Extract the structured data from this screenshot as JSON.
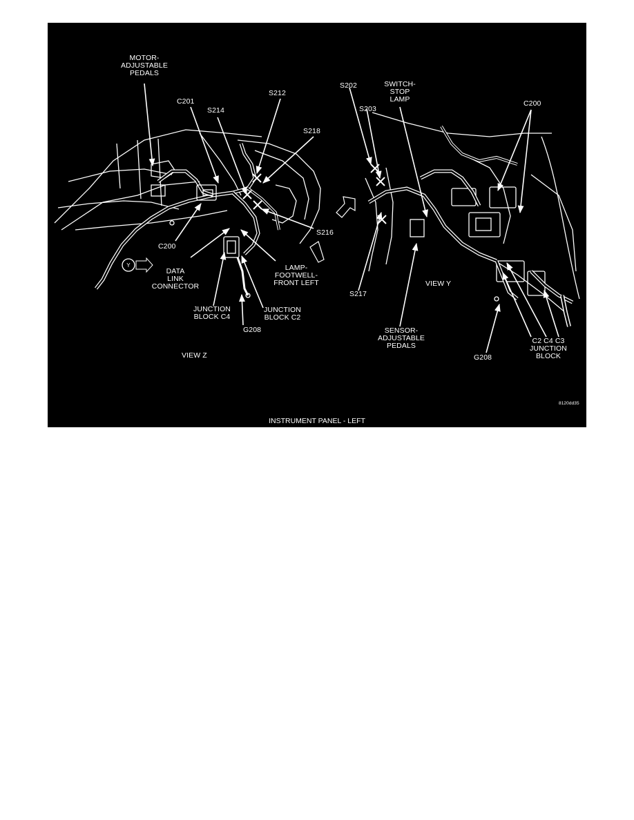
{
  "figure": {
    "caption": "INSTRUMENT PANEL - LEFT",
    "ref_code": "8120dd35",
    "view_z": {
      "name": "VIEW Z",
      "marker": "Y",
      "labels": {
        "motor": "MOTOR-\nADJUSTABLE\nPEDALS",
        "c201": "C201",
        "s214": "S214",
        "s212": "S212",
        "s218": "S218",
        "c200": "C200",
        "s216": "S216",
        "dlc": "DATA\nLINK\nCONNECTOR",
        "lamp": "LAMP-\nFOOTWELL-\nFRONT LEFT",
        "jbc4": "JUNCTION\nBLOCK C4",
        "jbc2": "JUNCTION\nBLOCK C2",
        "g208": "G208"
      }
    },
    "view_y": {
      "name": "VIEW Y",
      "labels": {
        "s202": "S202",
        "s203": "S203",
        "switch": "SWITCH-\nSTOP\nLAMP",
        "c200": "C200",
        "s217": "S217",
        "sensor": "SENSOR-\nADJUSTABLE\nPEDALS",
        "g208": "G208",
        "jb": "C2  C4  C3\nJUNCTION\nBLOCK"
      }
    }
  }
}
